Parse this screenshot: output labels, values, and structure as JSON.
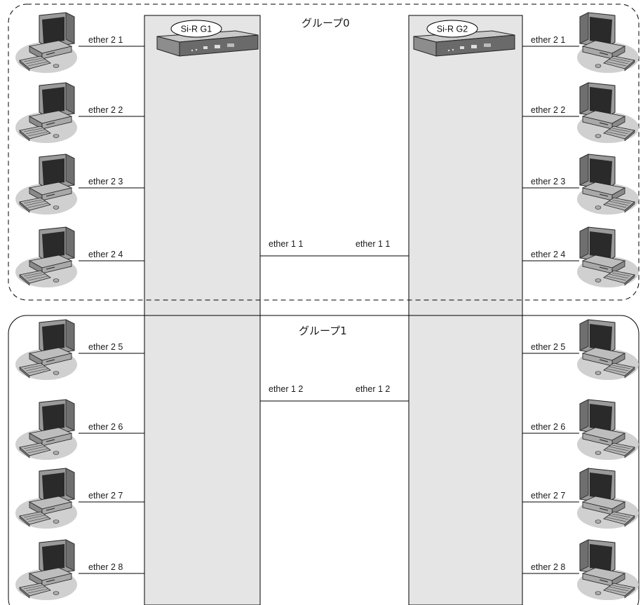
{
  "groups": [
    {
      "label": "グループ0",
      "border": "dashed"
    },
    {
      "label": "グループ1",
      "border": "solid"
    }
  ],
  "routers": [
    {
      "id": "g1",
      "label": "Si-R G1"
    },
    {
      "id": "g2",
      "label": "Si-R G2"
    }
  ],
  "router_links": [
    {
      "group": 0,
      "left_port": "ether 1 1",
      "right_port": "ether 1 1"
    },
    {
      "group": 1,
      "left_port": "ether 1 2",
      "right_port": "ether 1 2"
    }
  ],
  "left_pcs": [
    {
      "port": "ether 2 1",
      "group": 0
    },
    {
      "port": "ether 2 2",
      "group": 0
    },
    {
      "port": "ether 2 3",
      "group": 0
    },
    {
      "port": "ether 2 4",
      "group": 0
    },
    {
      "port": "ether 2 5",
      "group": 1
    },
    {
      "port": "ether 2 6",
      "group": 1
    },
    {
      "port": "ether 2 7",
      "group": 1
    },
    {
      "port": "ether 2 8",
      "group": 1
    }
  ],
  "right_pcs": [
    {
      "port": "ether 2 1",
      "group": 0
    },
    {
      "port": "ether 2 2",
      "group": 0
    },
    {
      "port": "ether 2 3",
      "group": 0
    },
    {
      "port": "ether 2 4",
      "group": 0
    },
    {
      "port": "ether 2 5",
      "group": 1
    },
    {
      "port": "ether 2 6",
      "group": 1
    },
    {
      "port": "ether 2 7",
      "group": 1
    },
    {
      "port": "ether 2 8",
      "group": 1
    }
  ],
  "icons": {
    "router": "router-icon",
    "pc": "desktop-computer-icon"
  },
  "colors": {
    "router_panel": "#e5e5e5",
    "line": "#000000",
    "pc_shadow": "#cfcfcf"
  }
}
